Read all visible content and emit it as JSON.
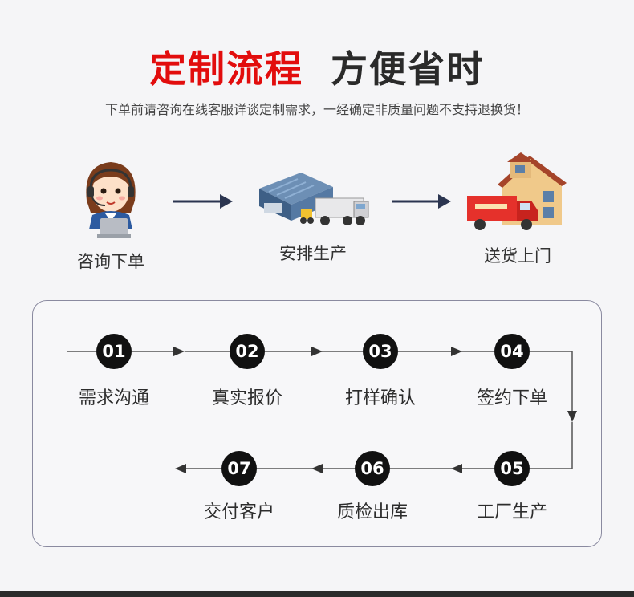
{
  "header": {
    "title_red": "定制流程",
    "title_dark": "方便省时",
    "subtitle": "下单前请咨询在线客服详谈定制需求，一经确定非质量问题不支持退换货！"
  },
  "top_steps": [
    {
      "label": "咨询下单",
      "icon": "customer-service-agent-icon"
    },
    {
      "label": "安排生产",
      "icon": "factory-truck-icon"
    },
    {
      "label": "送货上门",
      "icon": "delivery-house-icon"
    }
  ],
  "flow_steps": [
    {
      "num": "01",
      "label": "需求沟通"
    },
    {
      "num": "02",
      "label": "真实报价"
    },
    {
      "num": "03",
      "label": "打样确认"
    },
    {
      "num": "04",
      "label": "签约下单"
    },
    {
      "num": "05",
      "label": "工厂生产"
    },
    {
      "num": "06",
      "label": "质检出库"
    },
    {
      "num": "07",
      "label": "交付客户"
    }
  ],
  "colors": {
    "accent_red": "#e20d0d",
    "node_black": "#111111",
    "arrow_navy": "#2b3550",
    "line_gray": "#555555"
  }
}
